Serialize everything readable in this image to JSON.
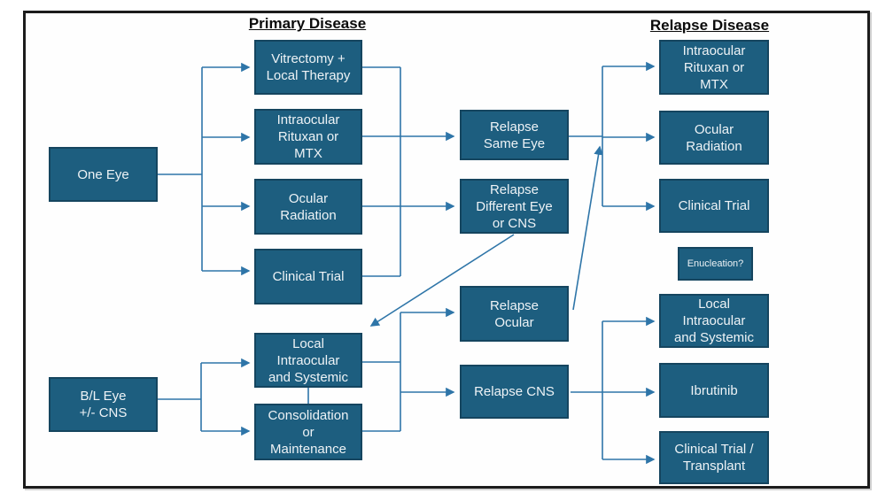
{
  "titles": {
    "primary": "Primary Disease",
    "relapse": "Relapse Disease"
  },
  "colors": {
    "box_fill": "#1d5e7f",
    "box_border": "#15455f",
    "box_text": "#eef3f6",
    "connector": "#2e75a8",
    "frame_border": "#1c1c1c",
    "title_text": "#0b0b0b"
  },
  "nodes": {
    "one_eye": {
      "label": "One Eye"
    },
    "bl_eye_cns": {
      "label": "B/L Eye\n+/- CNS"
    },
    "vitrectomy_local_therapy": {
      "label": "Vitrectomy +\nLocal Therapy"
    },
    "intraocular_rituxan_mtx_primary": {
      "label": "Intraocular\nRituxan or\nMTX"
    },
    "ocular_radiation_primary": {
      "label": "Ocular\nRadiation"
    },
    "clinical_trial_primary": {
      "label": "Clinical Trial"
    },
    "local_intraocular_systemic_primary": {
      "label": "Local\nIntraocular\nand Systemic"
    },
    "consolidation_maintenance": {
      "label": "Consolidation\nor\nMaintenance"
    },
    "relapse_same_eye": {
      "label": "Relapse\nSame Eye"
    },
    "relapse_different_eye_cns": {
      "label": "Relapse\nDifferent Eye\nor CNS"
    },
    "relapse_ocular": {
      "label": "Relapse\nOcular"
    },
    "relapse_cns": {
      "label": "Relapse CNS"
    },
    "intraocular_rituxan_mtx_relapse": {
      "label": "Intraocular\nRituxan or\nMTX"
    },
    "ocular_radiation_relapse": {
      "label": "Ocular\nRadiation"
    },
    "clinical_trial_relapse": {
      "label": "Clinical Trial"
    },
    "enucleation": {
      "label": "Enucleation?"
    },
    "local_intraocular_systemic_relapse": {
      "label": "Local\nIntraocular\nand Systemic"
    },
    "ibrutinib": {
      "label": "Ibrutinib"
    },
    "clinical_trial_transplant": {
      "label": "Clinical Trial /\nTransplant"
    }
  }
}
